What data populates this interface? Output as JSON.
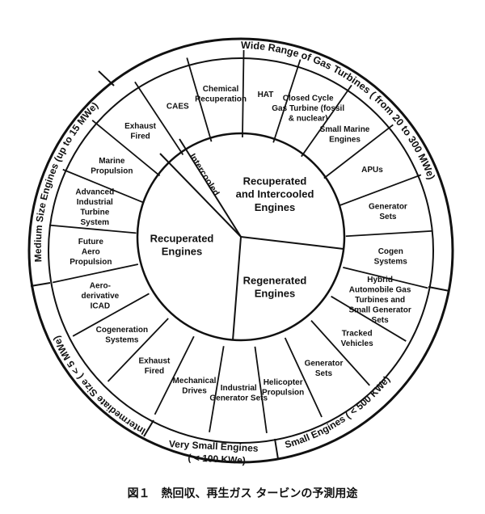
{
  "caption": "図１　熱回収、再生ガス タービンの予測用途",
  "ring_labels": {
    "wide": "Wide Range of Gas Turbines ( from 20 to 300 MWe)",
    "medium": "Medium Size Engines (up to 15 MWe)",
    "intermediate": "Intermediate Size ( < 5 MWe)",
    "small": "Small Engines ( < 500 KWe)",
    "very_small_1": "Very Small Engines",
    "very_small_2": "( < 100 KWe)"
  },
  "core_labels": {
    "recuperated": [
      "Recuperated",
      "Engines"
    ],
    "rec_intercooled": [
      "Recuperated",
      "and Intercooled",
      "Engines"
    ],
    "regenerated": [
      "Regenerated",
      "Engines"
    ],
    "intercooled": "Intercooled"
  },
  "segments": [
    [
      "Future",
      "Aero",
      "Propulsion"
    ],
    [
      "Advanced",
      "Industrial",
      "Turbine",
      "System"
    ],
    [
      "Marine",
      "Propulsion"
    ],
    [
      "Exhaust",
      "Fired"
    ],
    [
      "CAES"
    ],
    [
      "Chemical",
      "Recuperation"
    ],
    [
      "HAT"
    ],
    [
      "Closed Cycle",
      "Gas Turbine (fossil",
      "& nuclear)"
    ],
    [
      "Small Marine",
      "Engines"
    ],
    [
      "APUs"
    ],
    [
      "Generator",
      "Sets"
    ],
    [
      "Cogen",
      "Systems"
    ],
    [
      "Hybrid",
      "Automobile Gas",
      "Turbines and",
      "Small Generator",
      "Sets"
    ],
    [
      "Tracked",
      "Vehicles"
    ],
    [
      "Generator",
      "Sets"
    ],
    [
      "Helicopter",
      "Propulsion"
    ],
    [
      "Industrial",
      "Generator Sets"
    ],
    [
      "Mechanical",
      "Drives"
    ],
    [
      "Exhaust",
      "Fired"
    ],
    [
      "Cogeneration",
      "Systems"
    ],
    [
      "Aero-",
      "derivative",
      "ICAD"
    ]
  ]
}
